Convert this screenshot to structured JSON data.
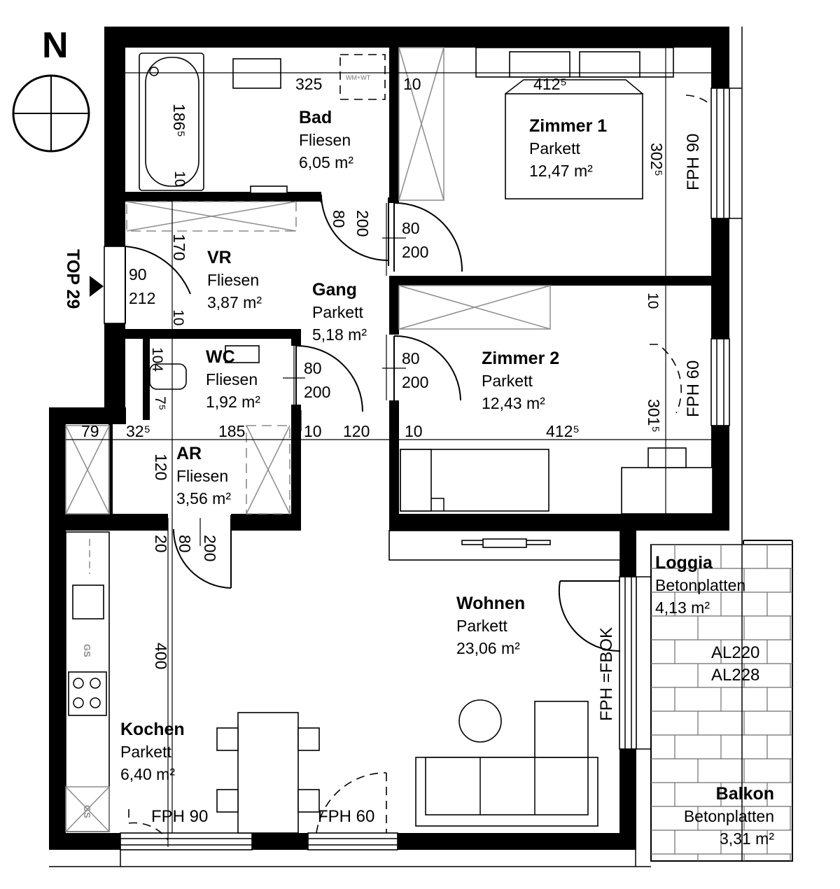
{
  "north": "N",
  "entrance": "TOP 29",
  "rooms": {
    "bad": {
      "name": "Bad",
      "floor": "Fliesen",
      "area": "6,05 m²"
    },
    "zimmer1": {
      "name": "Zimmer 1",
      "floor": "Parkett",
      "area": "12,47 m²"
    },
    "vr": {
      "name": "VR",
      "floor": "Fliesen",
      "area": "3,87 m²"
    },
    "gang": {
      "name": "Gang",
      "floor": "Parkett",
      "area": "5,18 m²"
    },
    "wc": {
      "name": "WC",
      "floor": "Fliesen",
      "area": "1,92 m²"
    },
    "zimmer2": {
      "name": "Zimmer 2",
      "floor": "Parkett",
      "area": "12,43 m²"
    },
    "ar": {
      "name": "AR",
      "floor": "Fliesen",
      "area": "3,56 m²"
    },
    "wohnen": {
      "name": "Wohnen",
      "floor": "Parkett",
      "area": "23,06 m²"
    },
    "kochen": {
      "name": "Kochen",
      "floor": "Parkett",
      "area": "6,40 m²"
    },
    "loggia": {
      "name": "Loggia",
      "floor": "Betonplatten",
      "area": "4,13 m²"
    },
    "balkon": {
      "name": "Balkon",
      "floor": "Betonplatten",
      "area": "3,31 m²"
    }
  },
  "dimensions": {
    "bad_width": "325",
    "bad_wall": "10",
    "bath_length": "186⁵",
    "bath_wall": "10",
    "z1_width": "412⁵",
    "z1_depth": "302⁵",
    "vr_height": "170",
    "vr_wall": "10",
    "z2_wall": "10",
    "z2_width": "412⁵",
    "z2_depth": "301⁵",
    "wc_width": "104",
    "wc_small": "7⁵",
    "row_79": "79",
    "row_32": "32⁵",
    "row_185": "185",
    "row_10a": "10",
    "row_120": "120",
    "row_10b": "10",
    "ar_height": "120",
    "ar_wall": "20",
    "kitchen_length": "400"
  },
  "doors": {
    "entry_w": "90",
    "entry_h": "212",
    "bad_w": "80",
    "bad_h": "200",
    "z1_w": "80",
    "z1_h": "200",
    "wc_w": "80",
    "wc_h": "200",
    "z2_w": "80",
    "z2_h": "200",
    "ar_w": "80",
    "ar_h": "200"
  },
  "windows": {
    "z1": "FPH 90",
    "z2": "FPH 60",
    "wohnen": "FPH =FBOK",
    "kochen_left": "FPH 90",
    "kochen_right": "FPH 60"
  },
  "balcony": {
    "al1": "AL220",
    "al2": "AL228"
  },
  "appliances": {
    "wm": "WM+WT",
    "gs1": "GS",
    "gs2": "GS"
  }
}
